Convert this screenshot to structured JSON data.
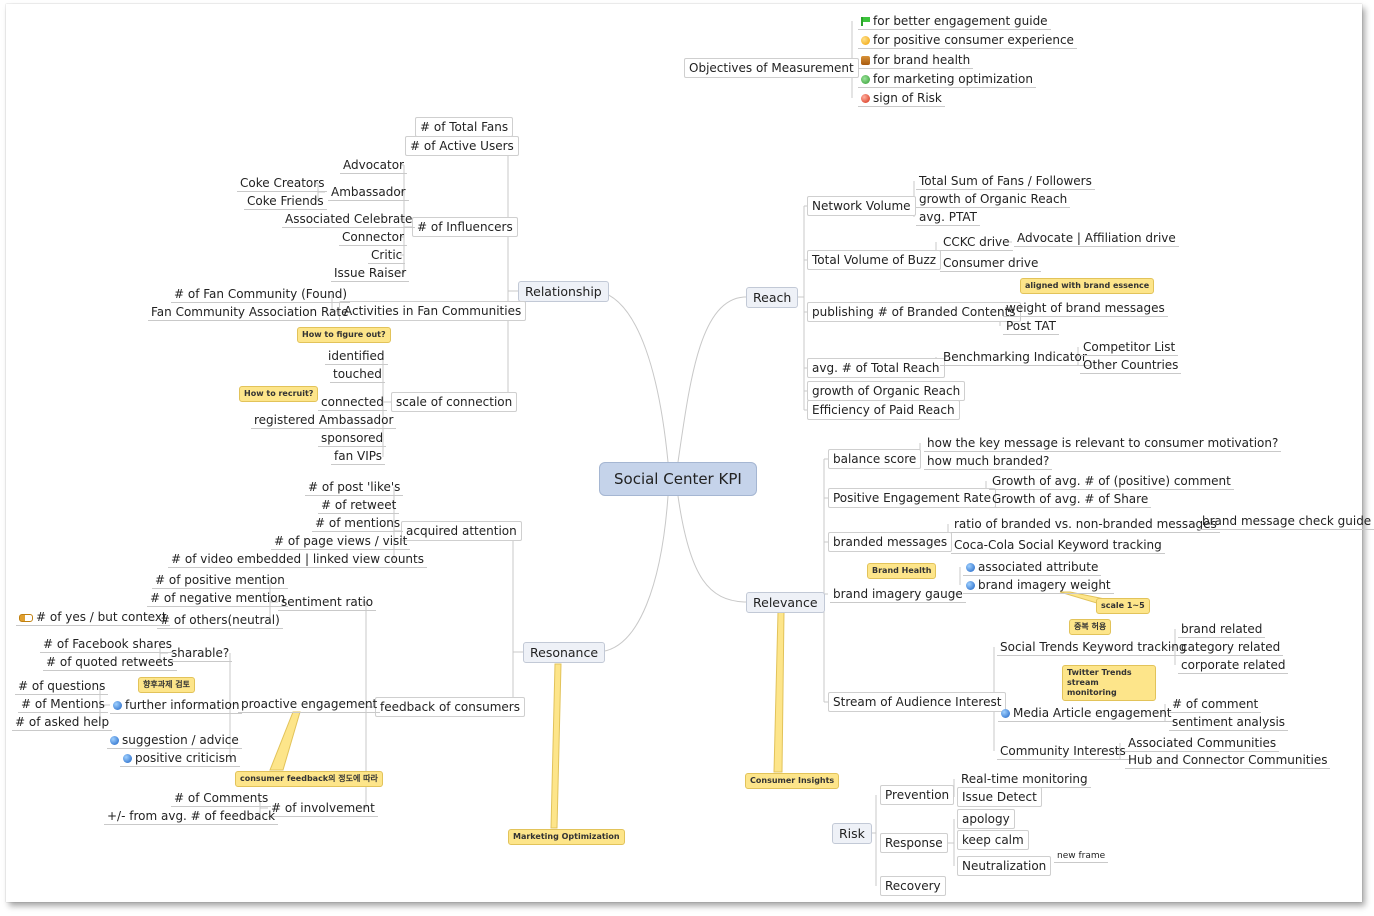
{
  "root": "Social Center KPI",
  "objectives": {
    "label": "Objectives of Measurement",
    "items": [
      {
        "text": "for better engagement guide",
        "icon": "flag-icon"
      },
      {
        "text": "for positive consumer experience",
        "icon": "smile-icon"
      },
      {
        "text": "for brand health",
        "icon": "thumb-icon"
      },
      {
        "text": "for marketing optimization",
        "icon": "recycle-icon"
      },
      {
        "text": "sign of Risk",
        "icon": "warning-dot-icon"
      }
    ]
  },
  "relationship": {
    "label": "Relationship",
    "total_fans": "# of Total Fans",
    "active_users": "# of Active Users",
    "influencers": {
      "label": "# of Influencers",
      "items": [
        "Advocator",
        "Ambassador",
        "Associated Celebrate",
        "Connector",
        "Critic",
        "Issue Raiser"
      ],
      "ambassador_children": [
        "Coke Creators",
        "Coke Friends"
      ]
    },
    "fan_communities": {
      "label": "Activities in Fan Communities",
      "items": [
        "# of Fan Community (Found)",
        "Fan Community Association Rate"
      ]
    },
    "scale": {
      "label": "scale of connection",
      "items": [
        "identified",
        "touched",
        "connected",
        "registered Ambassador",
        "sponsored",
        "fan VIPs"
      ],
      "callout_figure": "How to figure out?",
      "callout_recruit": "How to recruit?"
    }
  },
  "resonance": {
    "label": "Resonance",
    "callout": "Marketing Optimization",
    "attention": {
      "label": "acquired attention",
      "items": [
        "# of post 'like's",
        "# of retweet",
        "# of mentions",
        "# of page views / visit",
        "# of video embedded | linked view counts"
      ]
    },
    "feedback": {
      "label": "feedback of consumers",
      "sentiment": {
        "label": "sentiment ratio",
        "items": [
          "# of positive mention",
          "# of negative mention",
          "# of others(neutral)"
        ],
        "others_child": "# of yes / but context"
      },
      "proactive": {
        "label": "proactive engagement",
        "sharable": "sharable?",
        "sharable_items": [
          "# of Facebook shares",
          "# of quoted retweets"
        ],
        "further": "further information",
        "further_items": [
          "# of questions",
          "# of Mentions",
          "# of asked help"
        ],
        "further_callout": "향후과제 검토",
        "suggestion": "suggestion / advice",
        "criticism": "positive criticism",
        "callout": "consumer feedback의 정도에 따라"
      },
      "involvement": {
        "label": "# of involvement",
        "items": [
          "# of Comments",
          "+/- from avg. # of feedback"
        ]
      }
    }
  },
  "reach": {
    "label": "Reach",
    "network_volume": {
      "label": "Network Volume",
      "items": [
        "Total Sum of Fans / Followers",
        "growth of Organic Reach",
        "avg. PTAT"
      ]
    },
    "buzz": {
      "label": "Total Volume of Buzz",
      "cckc": "CCKC drive",
      "cckc_child": "Advocate | Affiliation drive",
      "consumer": "Consumer drive"
    },
    "branded": {
      "label": "publishing # of Branded Contents",
      "callout": "aligned with brand essence",
      "items": [
        "weight of brand messages",
        "Post TAT"
      ]
    },
    "total_reach": {
      "label": "avg. # of Total Reach",
      "bench": "Benchmarking Indicator",
      "bench_items": [
        "Competitor List",
        "Other Countries"
      ]
    },
    "organic": "growth of Organic Reach",
    "paid": "Efficiency of Paid Reach"
  },
  "relevance": {
    "label": "Relevance",
    "callout": "Consumer Insights",
    "balance": {
      "label": "balance score",
      "items": [
        "how the key message is relevant to consumer motivation?",
        "how much branded?"
      ]
    },
    "positive": {
      "label": "Positive Engagement Rate",
      "items": [
        "Growth of avg. # of (positive) comment",
        "Growth of avg. # of Share"
      ]
    },
    "branded_msgs": {
      "label": "branded messages",
      "ratio": "ratio of branded vs. non-branded messages",
      "ratio_child": "brand message check guide",
      "keyword": "Coca-Cola Social Keyword tracking"
    },
    "imagery": {
      "label": "brand imagery gauge",
      "callout": "Brand Health",
      "attribute": "associated attribute",
      "weight": "brand imagery weight",
      "weight_callout": "scale 1~5"
    },
    "stream": {
      "label": "Stream of Audience Interest",
      "trends": "Social Trends Keyword tracking",
      "trends_callout_top": "중복 허용",
      "trends_callout": "Twitter Trends stream monitoring",
      "trends_items": [
        "brand related",
        "category related",
        "corporate related"
      ],
      "media": "Media Article engagement",
      "media_items": [
        "# of comment",
        "sentiment analysis"
      ],
      "community": "Community Interests",
      "community_items": [
        "Associated Communities",
        "Hub and Connector Communities"
      ]
    }
  },
  "risk": {
    "label": "Risk",
    "prevention": "Prevention",
    "prevention_items": [
      "Real-time monitoring",
      "Issue Detect"
    ],
    "response": "Response",
    "response_items": [
      "apology",
      "keep calm",
      "Neutralization"
    ],
    "neutral_child": "new frame",
    "recovery": "Recovery"
  }
}
